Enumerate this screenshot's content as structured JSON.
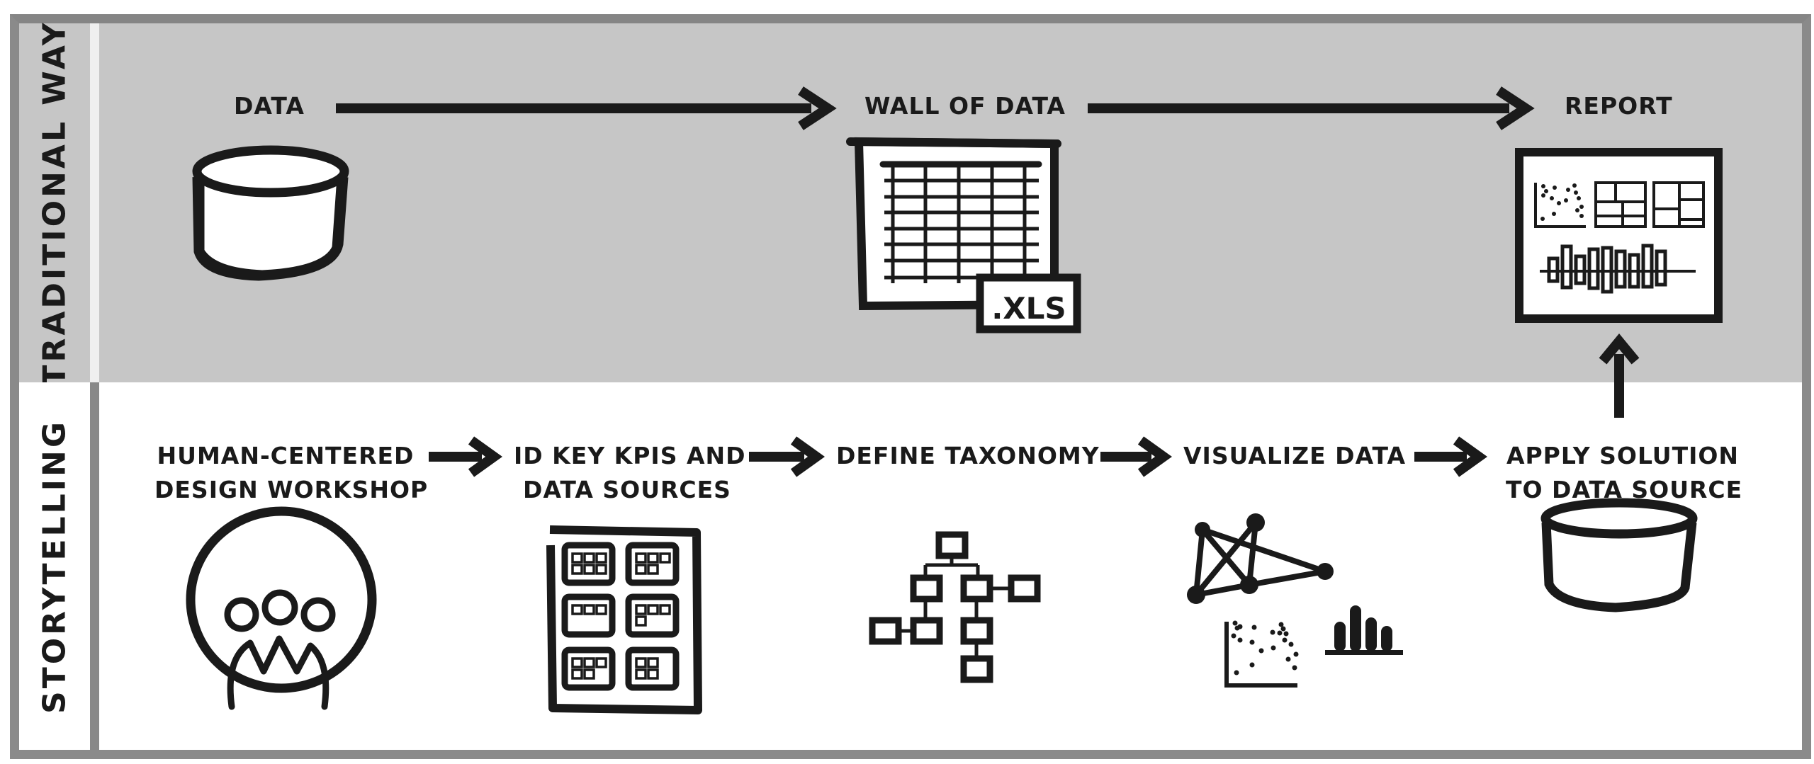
{
  "rows": {
    "traditional": {
      "label": "TRADITIONAL WAY",
      "steps": [
        {
          "label": "DATA",
          "icon": "database-icon"
        },
        {
          "label": "WALL OF DATA",
          "icon": "spreadsheet-icon",
          "badge": ".XLS"
        },
        {
          "label": "REPORT",
          "icon": "report-dashboard-icon"
        }
      ]
    },
    "storytelling": {
      "label": "STORYTELLING",
      "steps": [
        {
          "line1": "HUMAN-CENTERED",
          "line2": "DESIGN WORKSHOP",
          "icon": "people-group-icon"
        },
        {
          "line1": "ID KEY KPIS AND",
          "line2": "DATA SOURCES",
          "icon": "kpi-dashboard-icon"
        },
        {
          "line1": "DEFINE TAXONOMY",
          "line2": "",
          "icon": "hierarchy-tree-icon"
        },
        {
          "line1": "VISUALIZE DATA",
          "line2": "",
          "icon": "visualization-icon"
        },
        {
          "line1": "APPLY SOLUTION",
          "line2": "TO DATA SOURCE",
          "icon": "database-icon"
        }
      ]
    }
  },
  "colors": {
    "ink": "#1a1a1a",
    "top_panel": "#c6c6c6",
    "frame": "#8a8a8a",
    "bottom_panel": "#ffffff"
  }
}
